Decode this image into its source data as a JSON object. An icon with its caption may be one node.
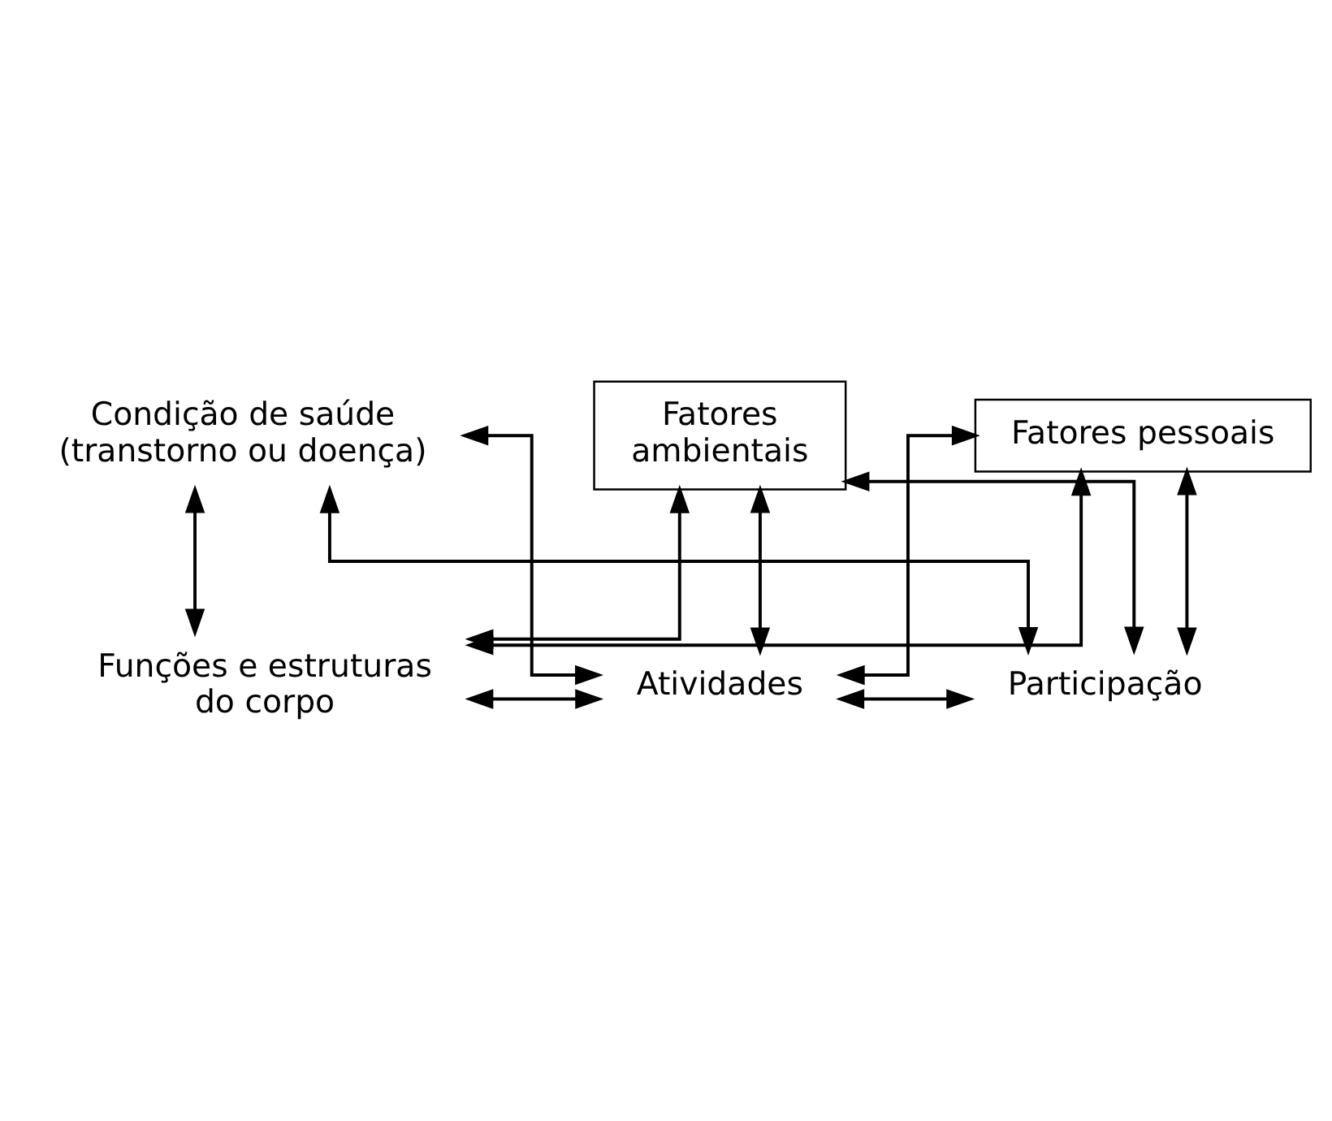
{
  "diagram": {
    "nodes": [
      {
        "text": [
          "Condição de saúde (transtorno ou doença)"
        ]
      },
      {
        "text": [
          "Funções e estruturas do corpo"
        ]
      },
      {
        "text": [
          "Atividades"
        ]
      },
      {
        "text": [
          "Participação"
        ]
      },
      {
        "text": [
          "Fatores ambientais"
        ]
      },
      {
        "text": [
          "Fatores pessoais"
        ]
      }
    ],
    "edges": [
      {
        "from": 0,
        "to": 1,
        "arrow": "both"
      },
      {
        "from": 0,
        "to": 2,
        "arrow": "both"
      },
      {
        "from": 0,
        "to": 3,
        "arrow": "both"
      },
      {
        "from": 1,
        "to": 2,
        "arrow": "both"
      },
      {
        "from": 2,
        "to": 3,
        "arrow": "both"
      },
      {
        "from": 4,
        "to": 1,
        "arrow": "both"
      },
      {
        "from": 4,
        "to": 2,
        "arrow": "both"
      },
      {
        "from": 4,
        "to": 3,
        "arrow": "both"
      },
      {
        "from": 5,
        "to": 1,
        "arrow": "both"
      },
      {
        "from": 5,
        "to": 2,
        "arrow": "both"
      },
      {
        "from": 5,
        "to": 3,
        "arrow": "both"
      }
    ]
  }
}
